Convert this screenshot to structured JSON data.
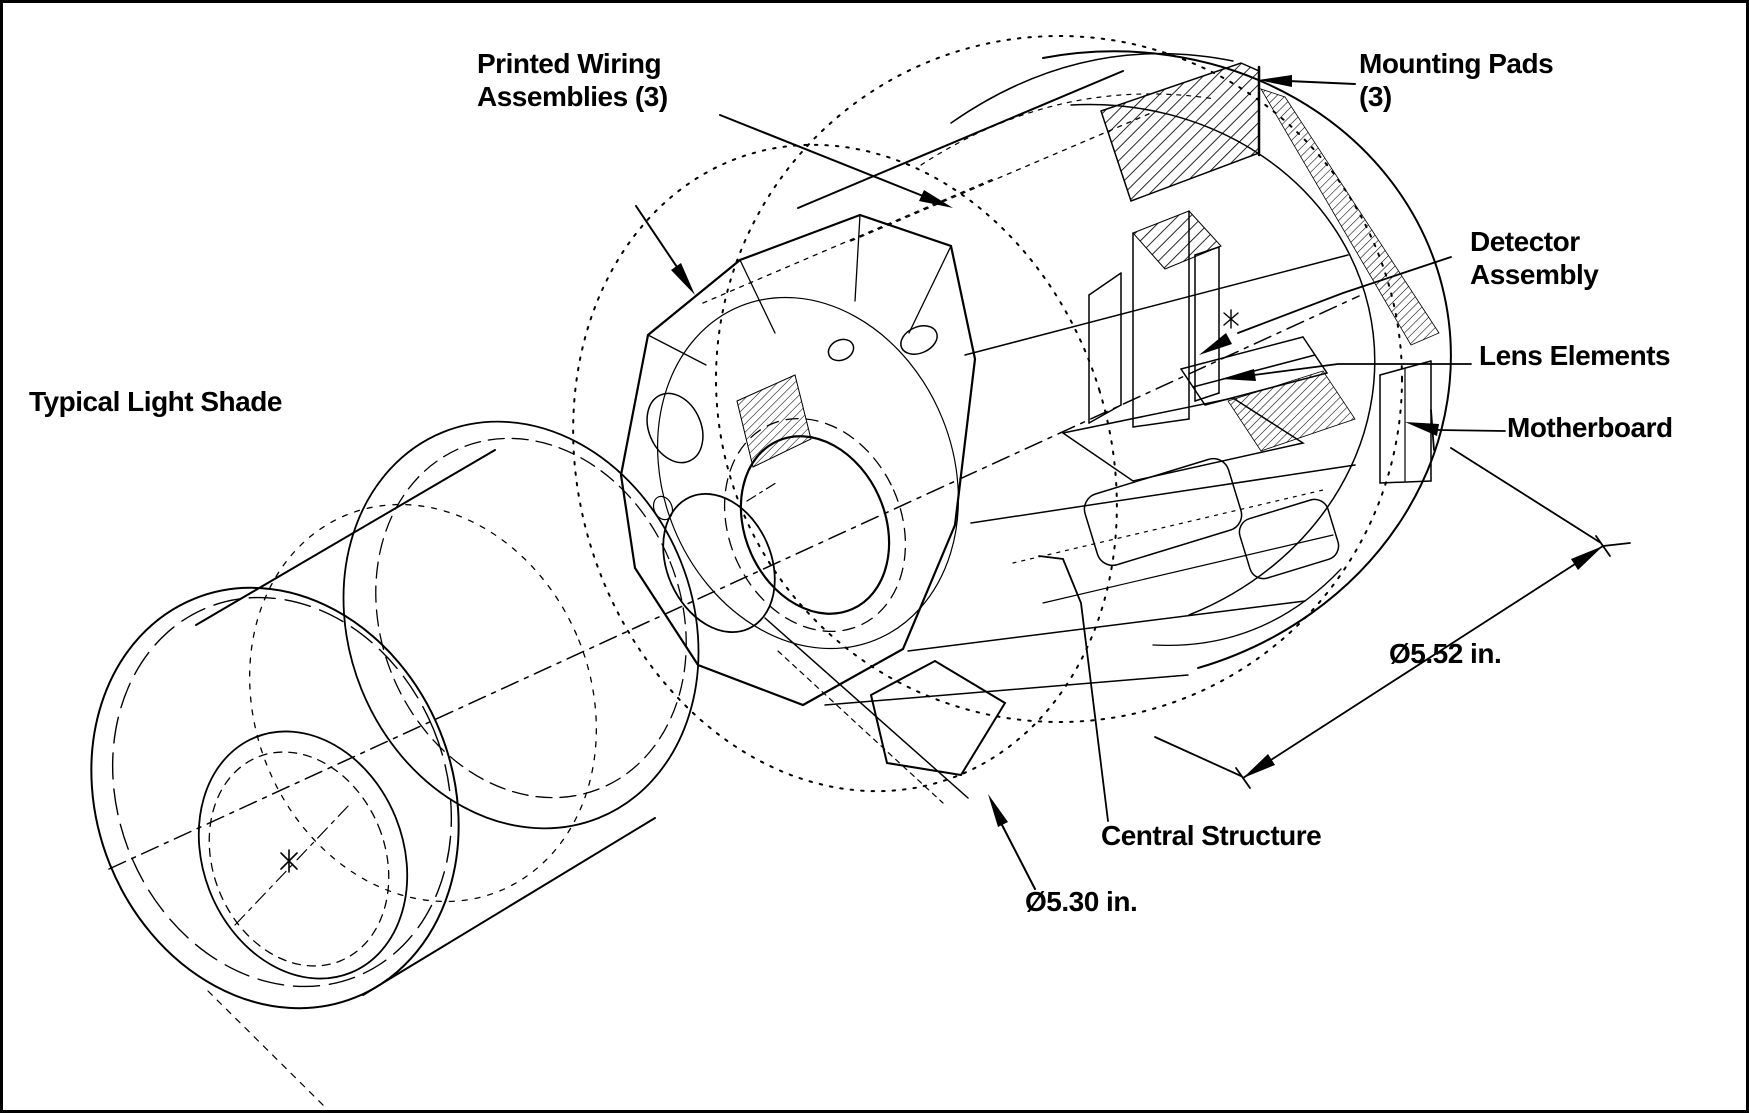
{
  "diagram": {
    "background": "#ffffff",
    "ink": "#000000",
    "callouts": {
      "printed_wiring_line1": "Printed Wiring",
      "printed_wiring_line2": "Assemblies (3)",
      "mounting_pads_line1": "Mounting Pads",
      "mounting_pads_line2": "(3)",
      "detector_line1": "Detector",
      "detector_line2": "Assembly",
      "lens_elements": "Lens Elements",
      "motherboard": "Motherboard",
      "typical_light_shade": "Typical Light Shade",
      "central_structure": "Central Structure",
      "dim_outer": "Ø5.52 in.",
      "dim_inner": "Ø5.30 in."
    }
  }
}
